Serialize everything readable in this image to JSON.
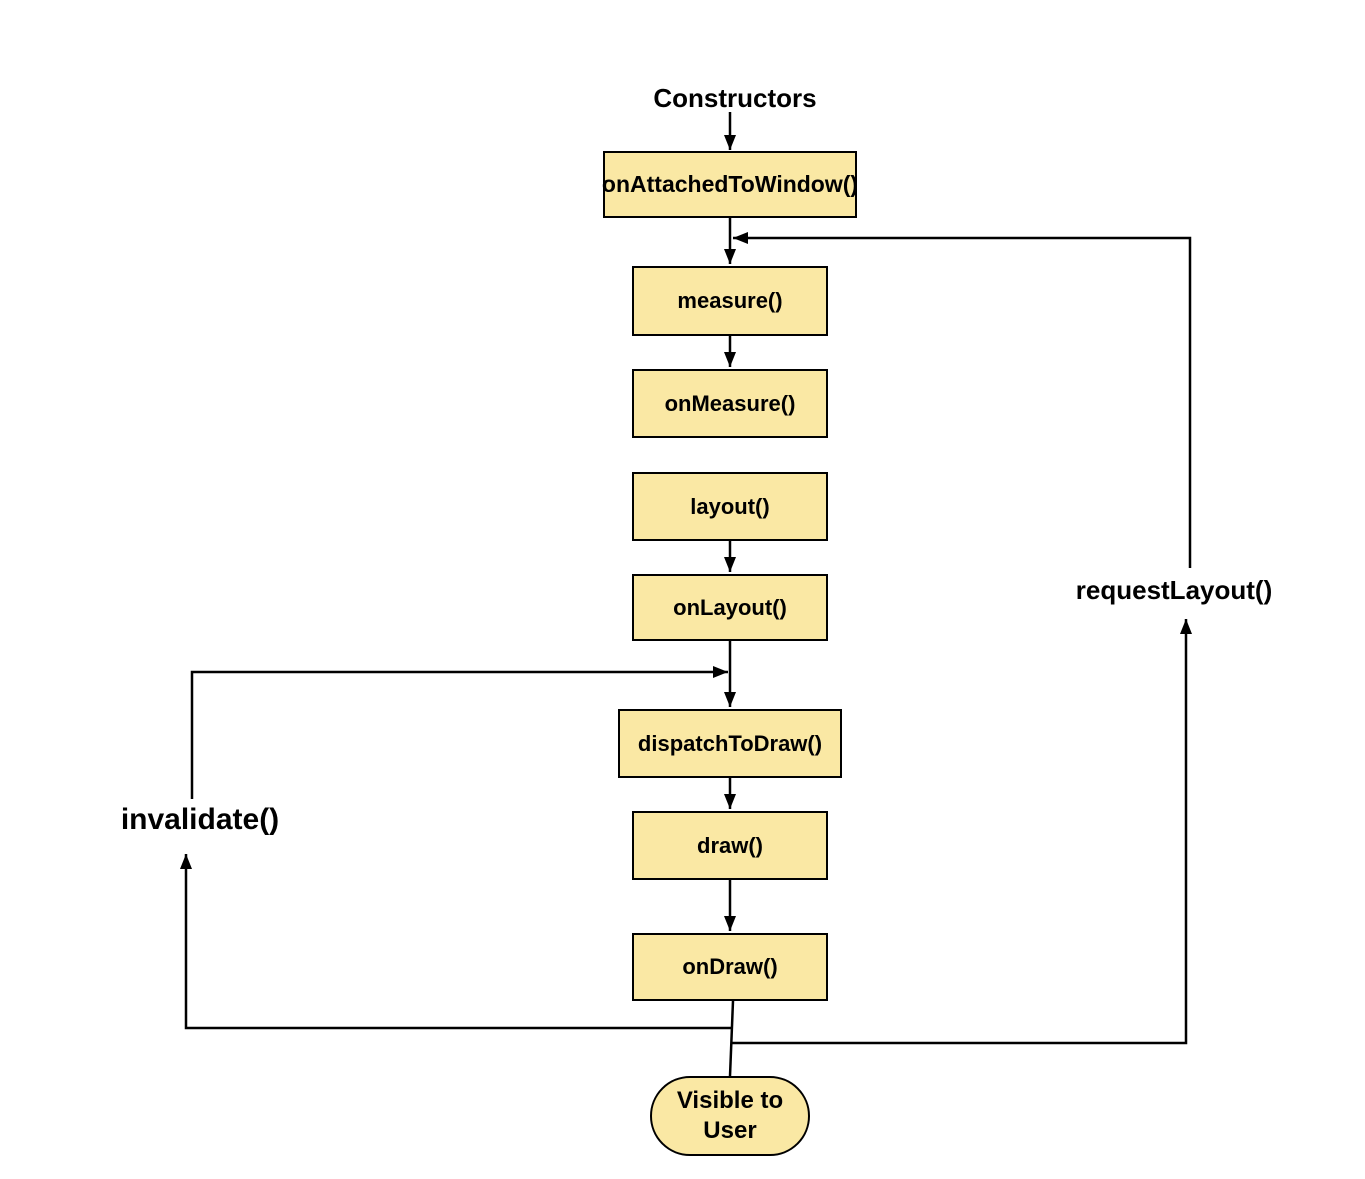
{
  "diagram": {
    "heading": "Constructors",
    "nodes": [
      {
        "id": "onAttachedToWindow",
        "label": "onAttachedToWindow()"
      },
      {
        "id": "measure",
        "label": "measure()"
      },
      {
        "id": "onMeasure",
        "label": "onMeasure()"
      },
      {
        "id": "layout",
        "label": "layout()"
      },
      {
        "id": "onLayout",
        "label": "onLayout()"
      },
      {
        "id": "dispatchToDraw",
        "label": "dispatchToDraw()"
      },
      {
        "id": "draw",
        "label": "draw()"
      },
      {
        "id": "onDraw",
        "label": "onDraw()"
      },
      {
        "id": "visibleToUser",
        "label": "Visible to\nUser"
      }
    ],
    "loop_labels": {
      "invalidate": "invalidate()",
      "request_layout": "requestLayout()"
    },
    "colors": {
      "node_fill": "#FAE8A4",
      "node_border": "#000000",
      "connector": "#000000",
      "background": "#FFFFFF",
      "text": "#000000"
    }
  }
}
